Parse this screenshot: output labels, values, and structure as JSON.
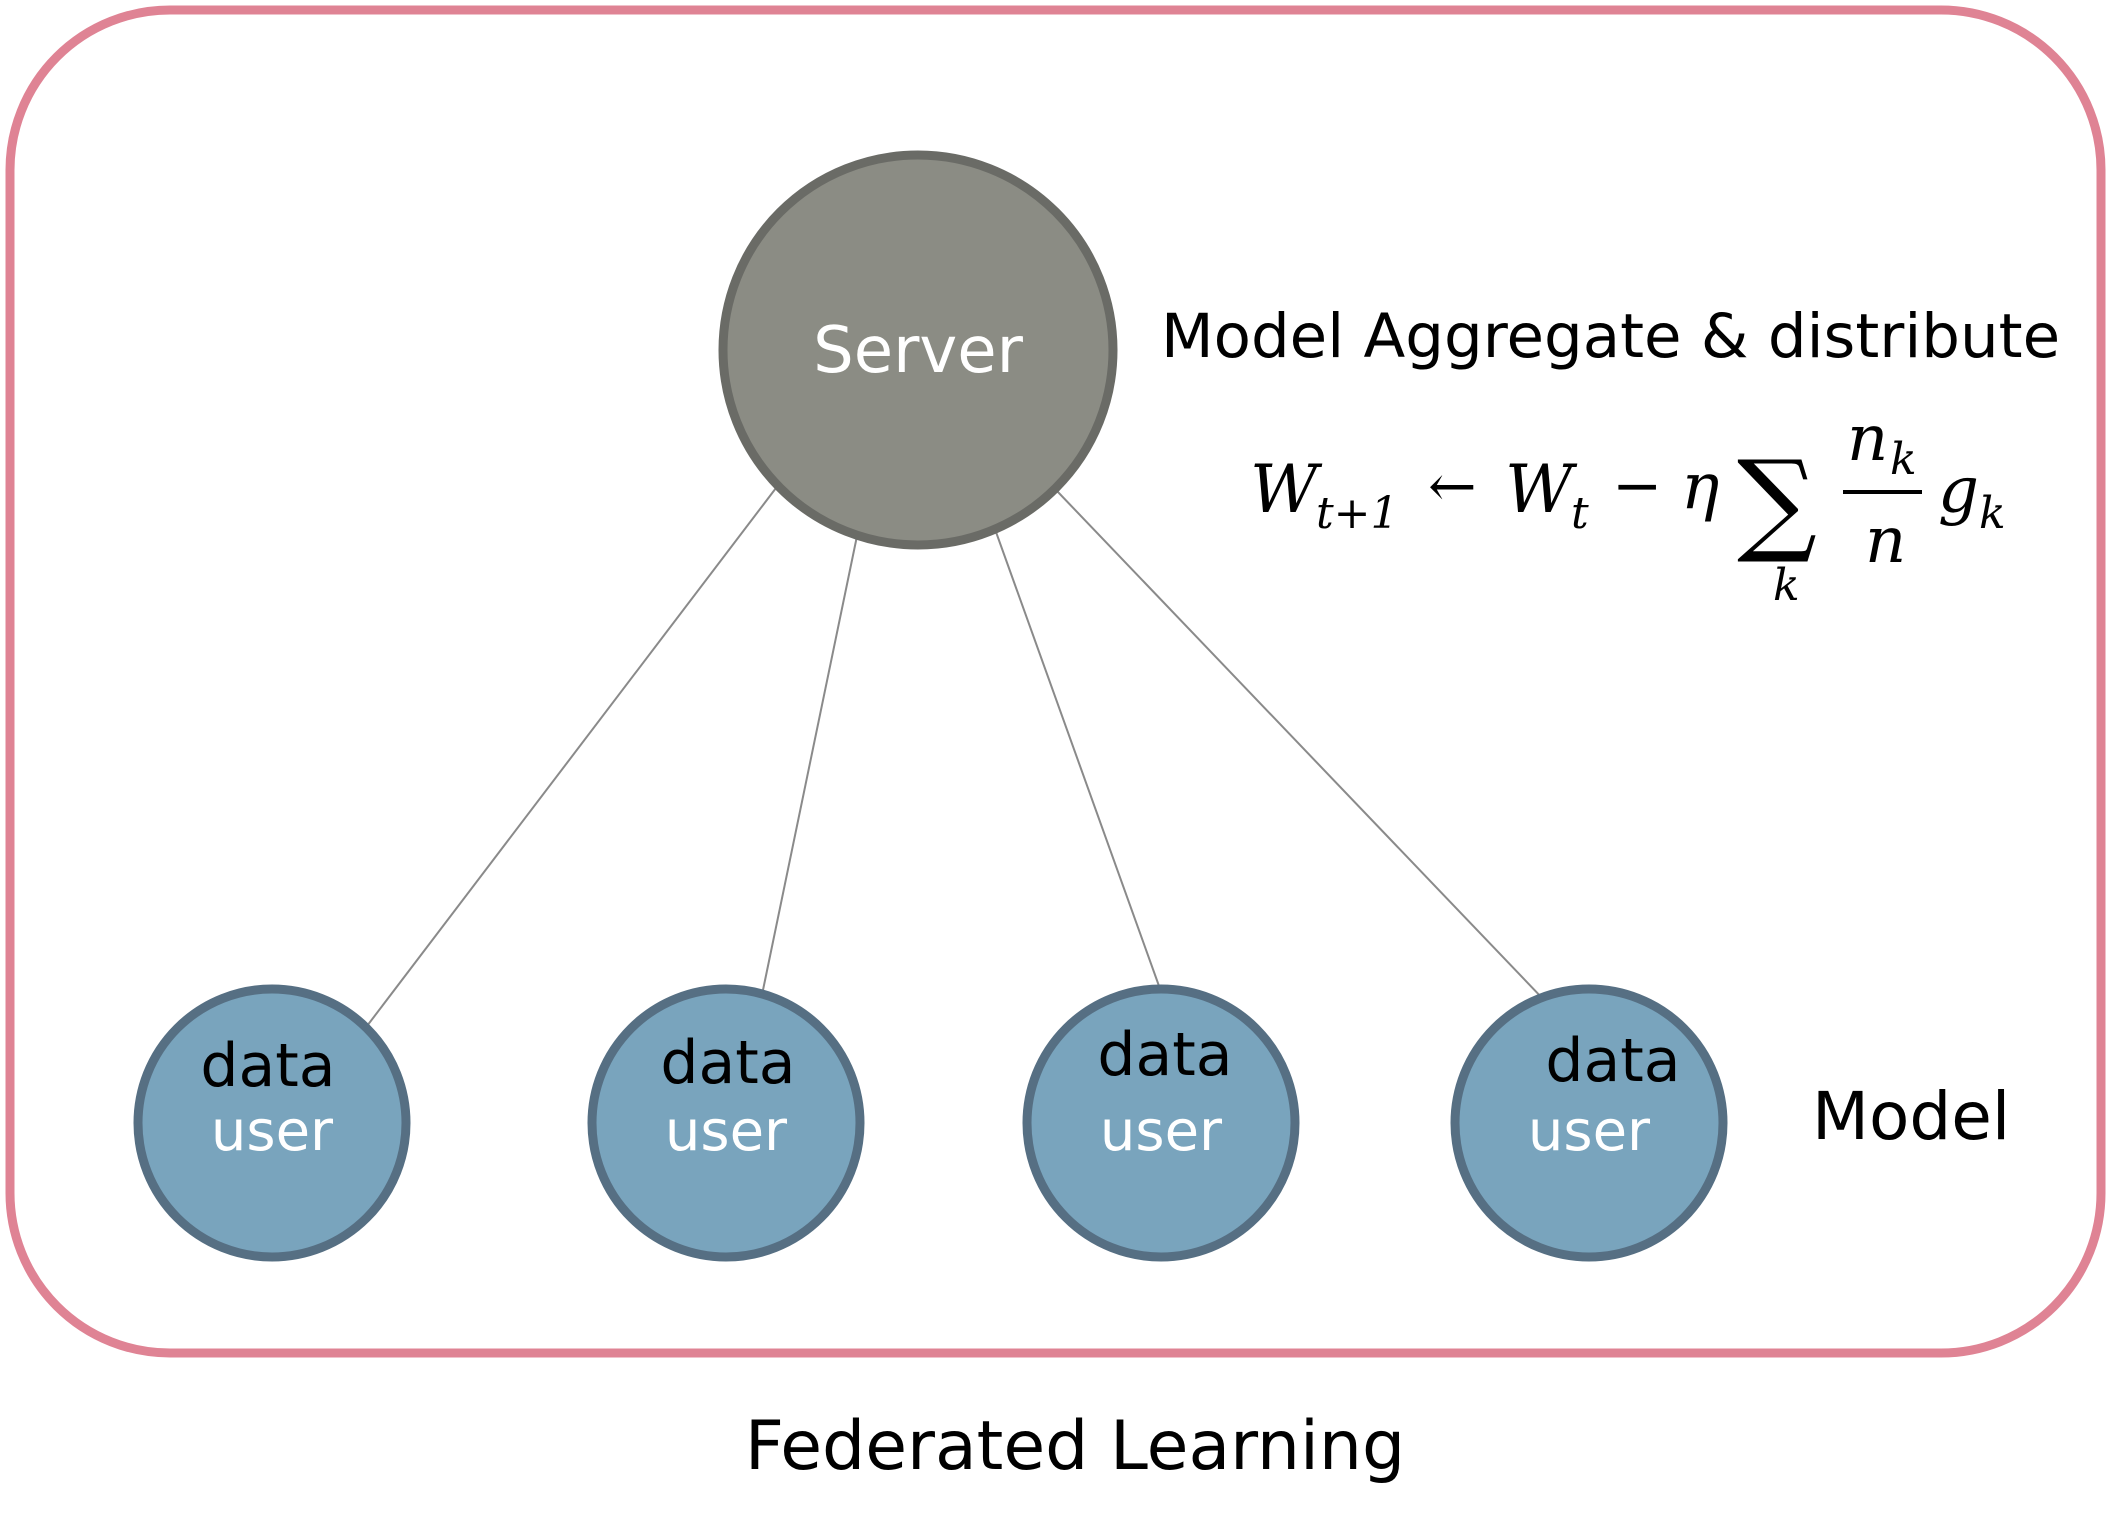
{
  "colors": {
    "frame_border": "#df8394",
    "server_fill": "#8b8c84",
    "server_border": "#6a6b66",
    "user_fill": "#79a4bd",
    "user_border": "#566f83",
    "connector": "#8a8a8a",
    "text_dark": "#000000",
    "text_light": "#ffffff"
  },
  "server": {
    "label": "Server"
  },
  "aggregate": {
    "caption": "Model Aggregate & distribute",
    "formula": {
      "w": "W",
      "sub_t1": "t+1",
      "arrow": "←",
      "sub_t": "t",
      "minus": "−",
      "eta": "η",
      "sum": "∑",
      "sum_index": "k",
      "numerator": "n",
      "numerator_sub": "k",
      "denominator": "n",
      "g": "g",
      "g_sub": "k"
    }
  },
  "users": [
    {
      "data_label": "data",
      "user_label": "user"
    },
    {
      "data_label": "data",
      "user_label": "user"
    },
    {
      "data_label": "data",
      "user_label": "user"
    },
    {
      "data_label": "data",
      "user_label": "user"
    }
  ],
  "model_label": "Model",
  "footer_title": "Federated Learning"
}
